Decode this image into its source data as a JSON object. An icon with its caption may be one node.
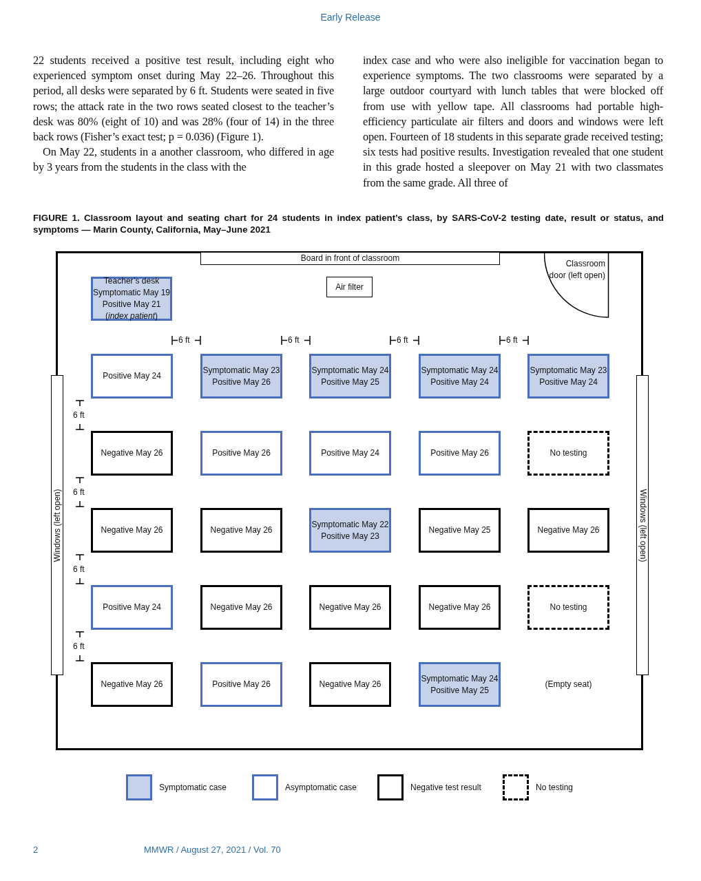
{
  "diagram": {
    "title": "FIGURE 1. Classroom layout and seating chart for 24 students in index patient’s class, by SARS-CoV-2 testing date, result or status, and symptoms — Marin County, California, May–June 2021",
    "nodes": [
      {
        "text": [
          "Board in front of classroom"
        ]
      },
      {
        "text": [
          "Classroom door (left open)"
        ]
      },
      {
        "text": [
          "Teacher’s desk",
          "Symptomatic May 19",
          "Positive May 21",
          "(*index patient*)"
        ]
      },
      {
        "text": [
          "Air filter"
        ]
      },
      {
        "text": [
          "Windows (left open)"
        ]
      },
      {
        "text": [
          "Windows (left open)"
        ]
      },
      {
        "text": [
          "Positive May 24"
        ]
      },
      {
        "text": [
          "Symptomatic May 23",
          "Positive May 26"
        ]
      },
      {
        "text": [
          "Symptomatic May 24",
          "Positive May 25"
        ]
      },
      {
        "text": [
          "Symptomatic May 24",
          "Positive May 24"
        ]
      },
      {
        "text": [
          "Symptomatic May 23",
          "Positive May 24"
        ]
      },
      {
        "text": [
          "Negative May 26"
        ]
      },
      {
        "text": [
          "Positive May 26"
        ]
      },
      {
        "text": [
          "Positive May 24"
        ]
      },
      {
        "text": [
          "Positive May 26"
        ]
      },
      {
        "text": [
          "No testing"
        ]
      },
      {
        "text": [
          "Negative May 26"
        ]
      },
      {
        "text": [
          "Negative May 26"
        ]
      },
      {
        "text": [
          "Symptomatic May 22",
          "Positive May 23"
        ]
      },
      {
        "text": [
          "Negative May 25"
        ]
      },
      {
        "text": [
          "Negative May 26"
        ]
      },
      {
        "text": [
          "Positive May 24"
        ]
      },
      {
        "text": [
          "Negative May 26"
        ]
      },
      {
        "text": [
          "Negative May 26"
        ]
      },
      {
        "text": [
          "Negative May 26"
        ]
      },
      {
        "text": [
          "No testing"
        ]
      },
      {
        "text": [
          "Negative May 26"
        ]
      },
      {
        "text": [
          "Positive May 26"
        ]
      },
      {
        "text": [
          "Negative May 26"
        ]
      },
      {
        "text": [
          "Symptomatic May 24",
          "Positive May 25"
        ]
      }
    ],
    "labels": [
      "Early Release",
      "22 students received a positive test result, including eight who experienced symptom onset during May 22–26. Throughout this period, all desks were separated by 6 ft. Students were seated in five rows; the attack rate in the two rows seated closest to the teacher’s desk was 80% (eight of 10) and was 28% (four of 14) in the three back rows (Fisher’s exact test; p = 0.036) (Figure 1).",
      "On May 22, students in a another classroom, who differed in age by 3 years from the students in the class with the",
      "index case and who were also ineligible for vaccination began to experience symptoms. The two classrooms were separated by a large outdoor courtyard with lunch tables that were blocked off from use with yellow tape. All classrooms had portable high-efficiency particulate air filters and doors and windows were left open. Fourteen of 18 students in this separate grade received testing; six tests had positive results. Investigation revealed that one student in this grade hosted a sleepover on May 21 with two classmates from the same grade. All three of",
      "6 ft",
      "6 ft",
      "6 ft",
      "6 ft",
      "6 ft",
      "6 ft",
      "6 ft",
      "6 ft",
      "(Empty seat)",
      "2",
      "MMWR / August 27, 2021 / Vol. 70"
    ],
    "legend": [
      {
        "text": "Symptomatic case",
        "color": "#c6d2e9"
      },
      {
        "text": "Asymptomatic case"
      },
      {
        "text": "Negative test result"
      },
      {
        "text": "No testing"
      }
    ]
  }
}
